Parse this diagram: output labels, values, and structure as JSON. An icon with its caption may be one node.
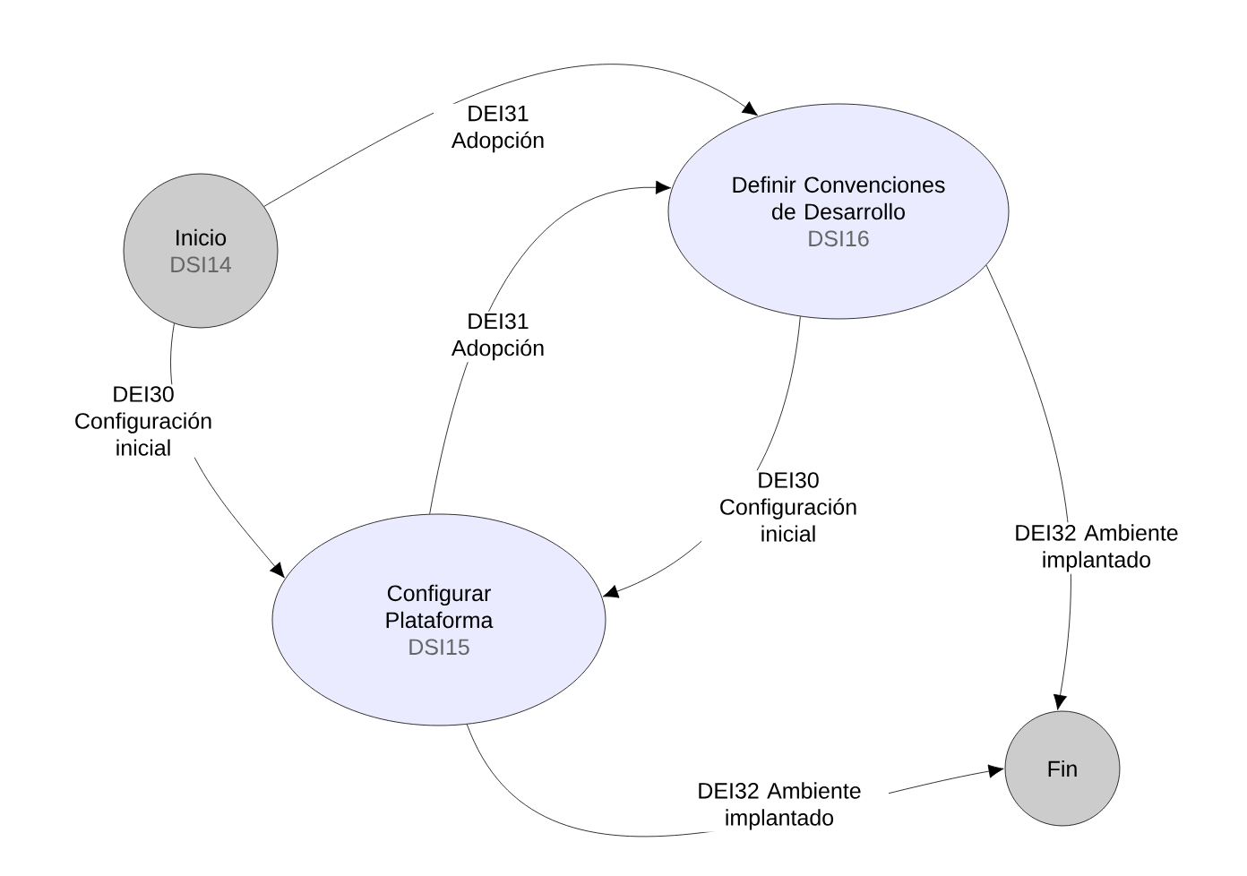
{
  "diagram": {
    "nodes": [
      {
        "text": [
          "Inicio",
          "DSI14"
        ]
      },
      {
        "text": [
          "Definir Convenciones de Desarrollo",
          "DSI16"
        ]
      },
      {
        "text": [
          "Configurar Plataforma",
          "DSI15"
        ]
      },
      {
        "text": [
          "Fin"
        ]
      }
    ],
    "edges": [
      {
        "from": 0,
        "to": 1,
        "arrow": "to",
        "label": "DEI31 Adopción"
      },
      {
        "from": 0,
        "to": 2,
        "arrow": "to",
        "label": "DEI30 Configuración inicial"
      },
      {
        "from": 2,
        "to": 1,
        "arrow": "to",
        "label": "DEI31 Adopción"
      },
      {
        "from": 1,
        "to": 2,
        "arrow": "to",
        "label": "DEI30 Configuración inicial"
      },
      {
        "from": 1,
        "to": 3,
        "arrow": "to",
        "label": "DEI32 Ambiente implantado"
      },
      {
        "from": 2,
        "to": 3,
        "arrow": "to",
        "label": "DEI32 Ambiente implantado"
      }
    ]
  }
}
